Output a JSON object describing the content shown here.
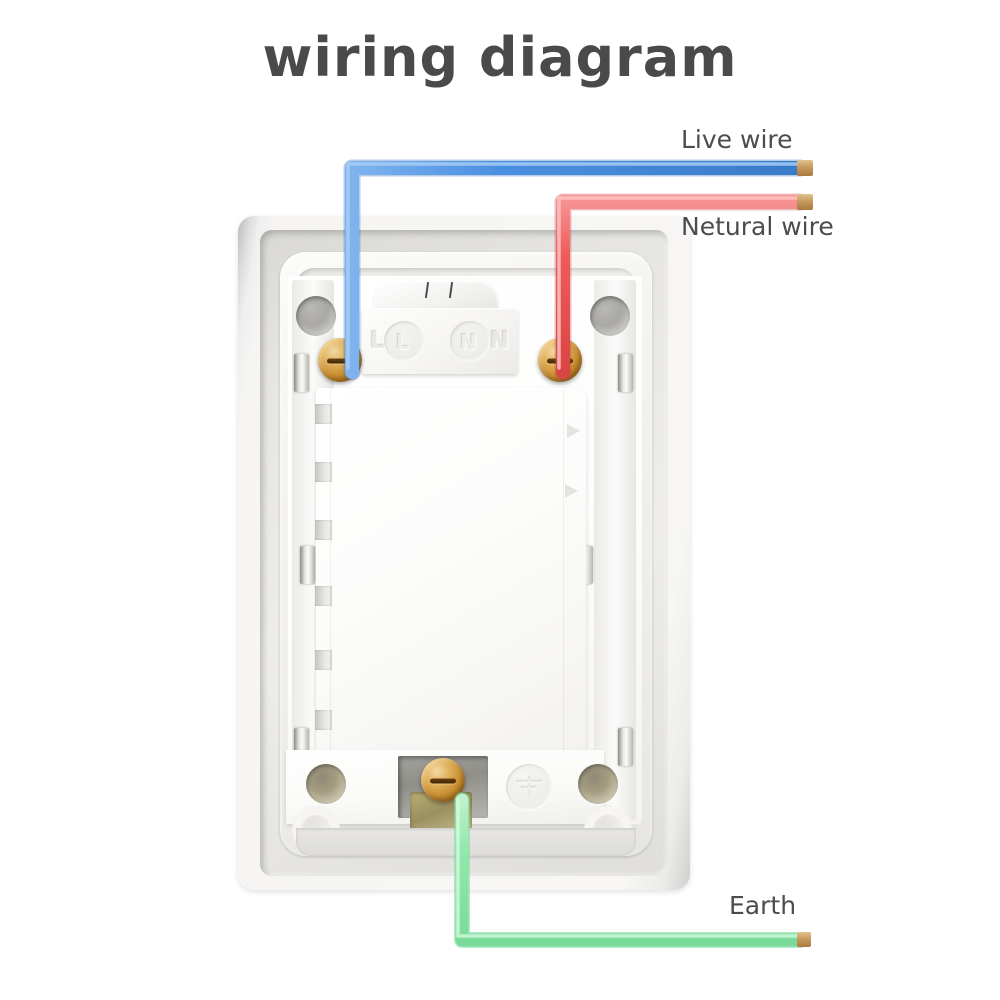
{
  "page": {
    "title": "wiring diagram",
    "background_color": "#ffffff",
    "title_color": "#4a4a4a"
  },
  "labels": {
    "live": "Live wire",
    "neutral": "Netural wire",
    "earth": "Earth"
  },
  "wires": [
    {
      "id": "live",
      "label": "Live wire",
      "color": "#4a90e2",
      "highlight_color": "#7fb3ee",
      "tip_color": "#c79a5e",
      "terminal": "L",
      "path": "from L terminal screw up, then right to label end"
    },
    {
      "id": "neutral",
      "label": "Netural wire",
      "color": "#ef5a5a",
      "highlight_color": "#f58b8b",
      "tip_color": "#c79a5e",
      "terminal": "N",
      "path": "from N terminal screw up, then right to label end"
    },
    {
      "id": "earth",
      "label": "Earth",
      "color": "#93eaad",
      "highlight_color": "#b9f4cb",
      "tip_color": "#c9a96a",
      "terminal": "E",
      "path": "from earth terminal screw down, then right to label end"
    }
  ],
  "socket": {
    "name": "wall socket faceplate rear view",
    "body_color": "#f7f6f4",
    "terminal_block": {
      "markings": [
        {
          "letter": "L",
          "glyph": "L"
        },
        {
          "letter": "N",
          "glyph": "N"
        }
      ]
    },
    "earth_symbol": "earth-ground-symbol",
    "mounting_holes": 4
  }
}
